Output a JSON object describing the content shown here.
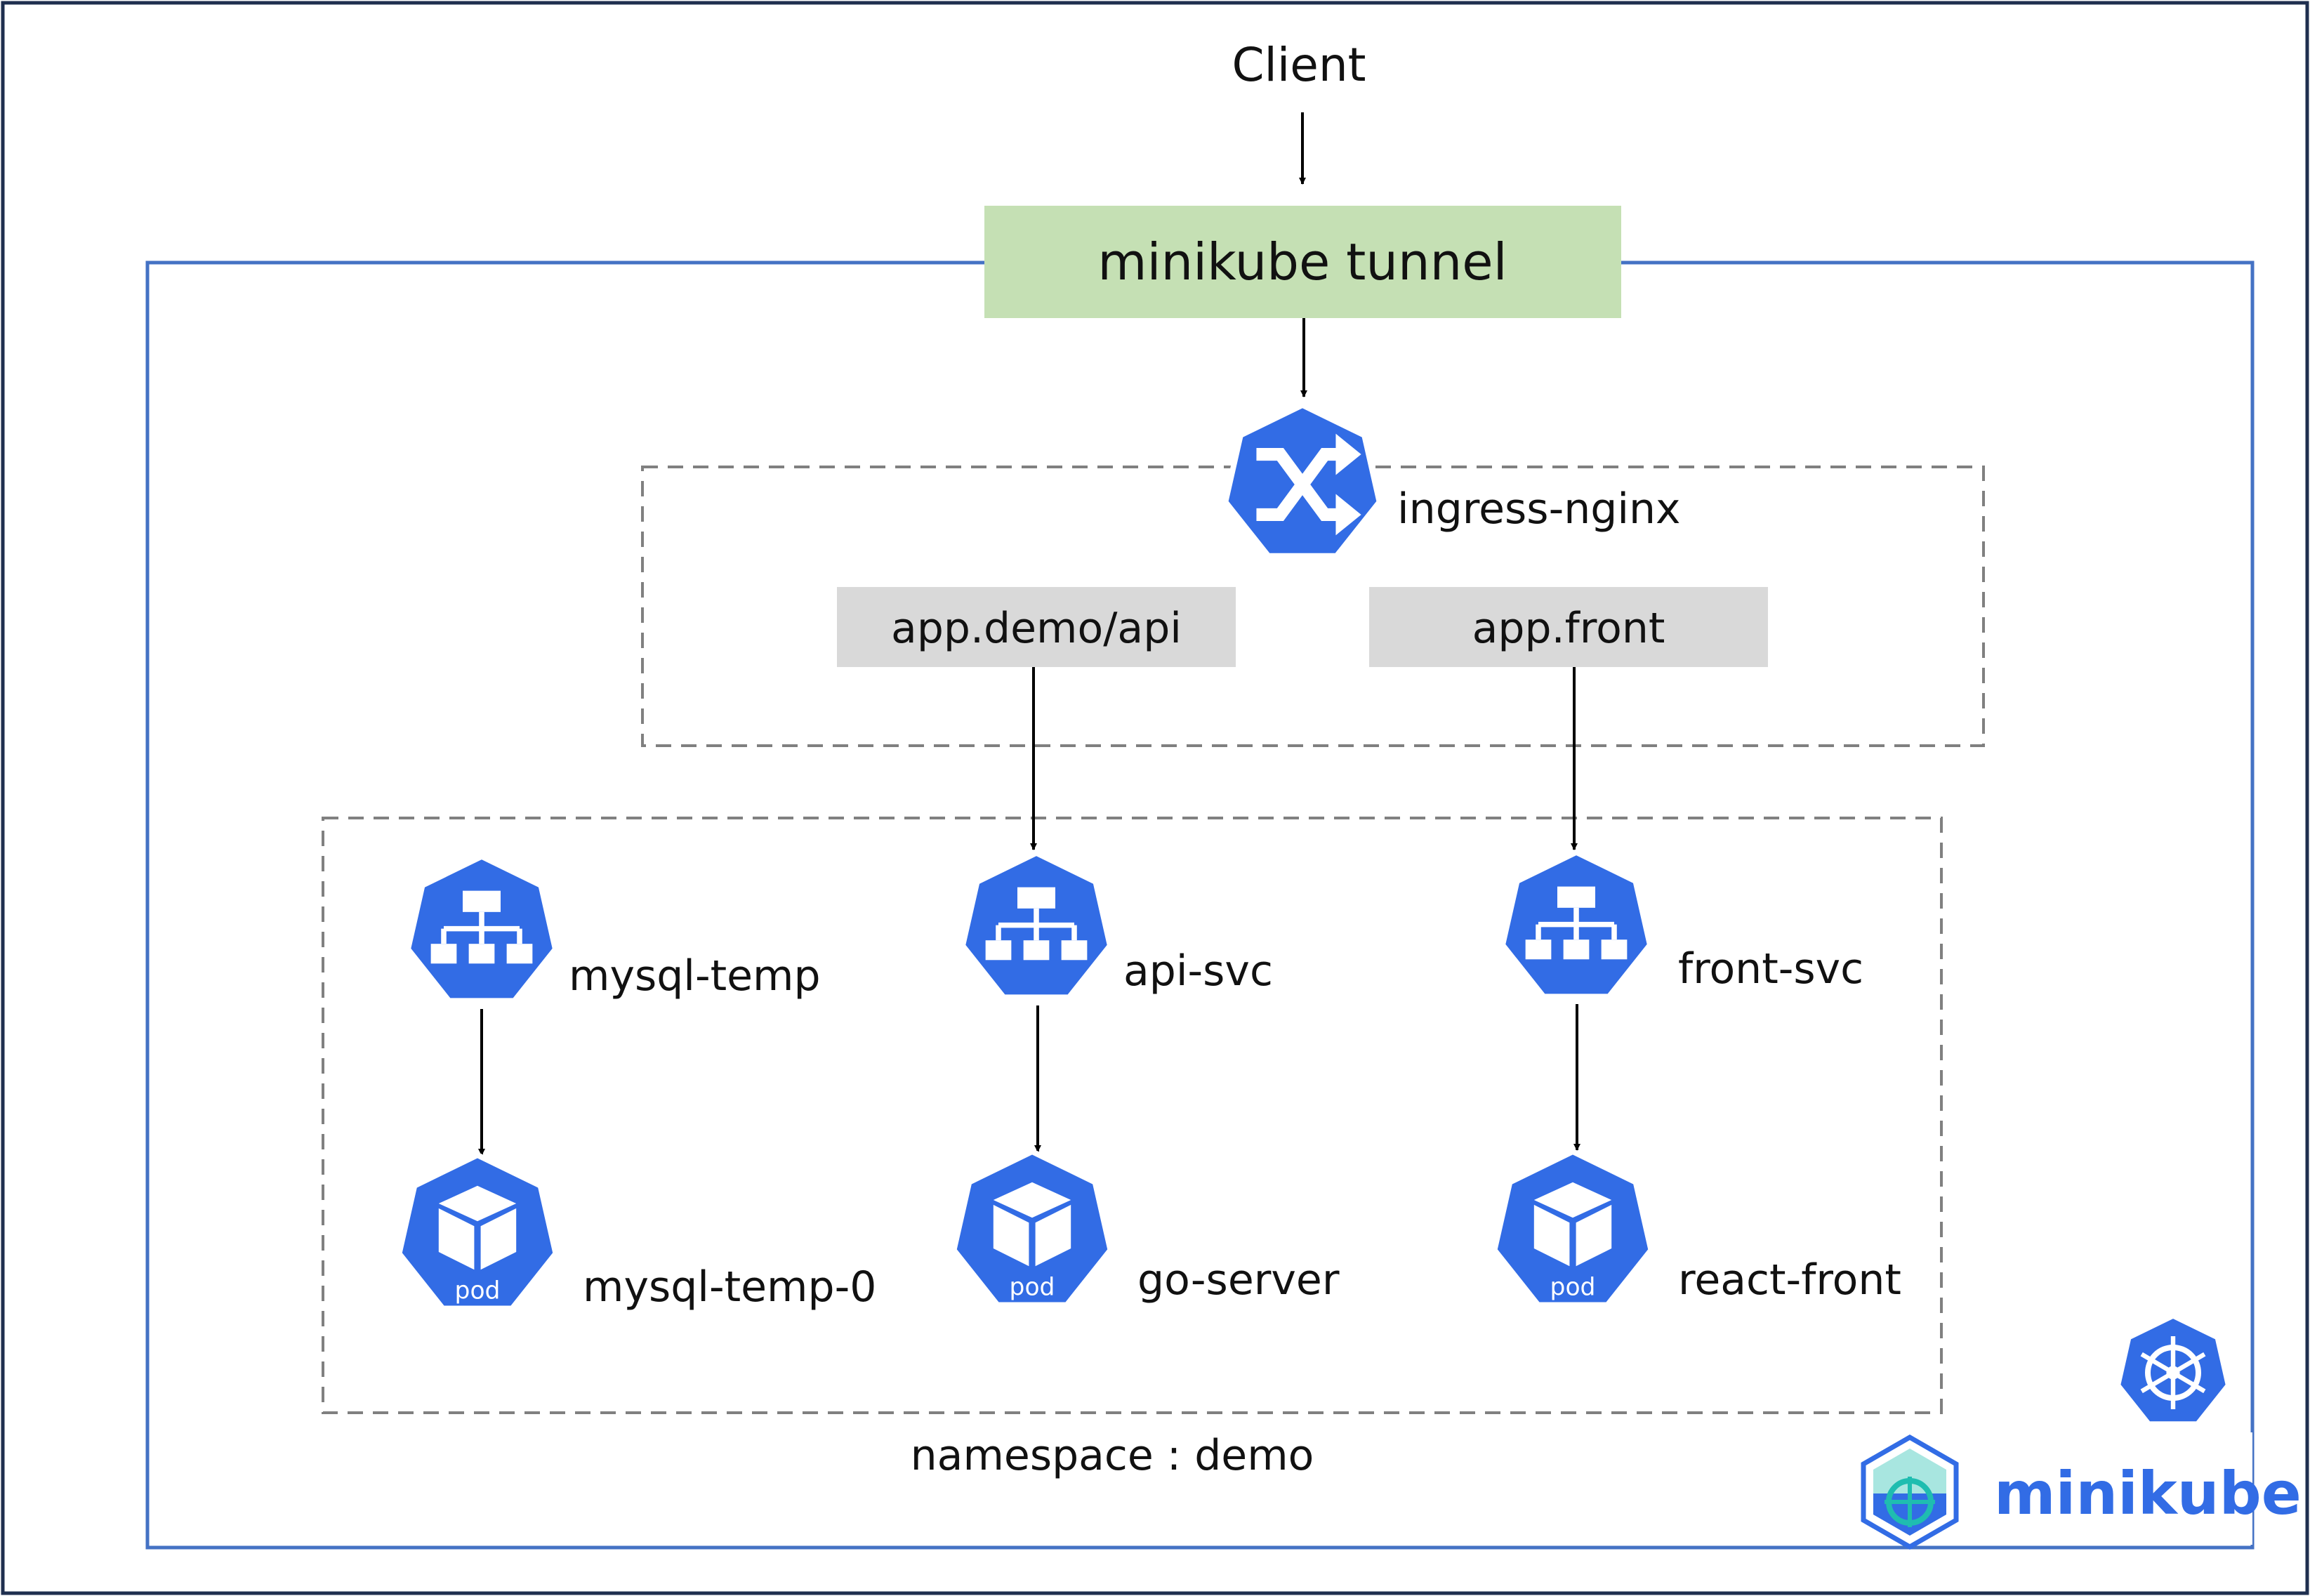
{
  "client": {
    "label": "Client"
  },
  "tunnel": {
    "label": "minikube tunnel"
  },
  "ingress": {
    "label": "ingress-nginx",
    "icon": "ingress-shuffle-icon",
    "rules": [
      {
        "label": "app.demo/api"
      },
      {
        "label": "app.front"
      }
    ]
  },
  "namespace": {
    "label": "namespace : demo",
    "services": [
      {
        "label": "mysql-temp",
        "icon": "service-icon"
      },
      {
        "label": "api-svc",
        "icon": "service-icon"
      },
      {
        "label": "front-svc",
        "icon": "service-icon"
      }
    ],
    "pods": [
      {
        "label": "mysql-temp-0",
        "icon": "pod-icon",
        "badge": "pod"
      },
      {
        "label": "go-server",
        "icon": "pod-icon",
        "badge": "pod"
      },
      {
        "label": "react-front",
        "icon": "pod-icon",
        "badge": "pod"
      }
    ]
  },
  "logo": {
    "text": "minikube",
    "kubernetes_icon": "kubernetes-wheel-icon"
  },
  "colors": {
    "k8s_blue": "#326ce5",
    "tunnel_green": "#c5e0b4",
    "rule_gray": "#d9d9d9",
    "cluster_border": "#4472c4",
    "dashed_border": "#808080",
    "outer_border": "#1f2f4f"
  }
}
